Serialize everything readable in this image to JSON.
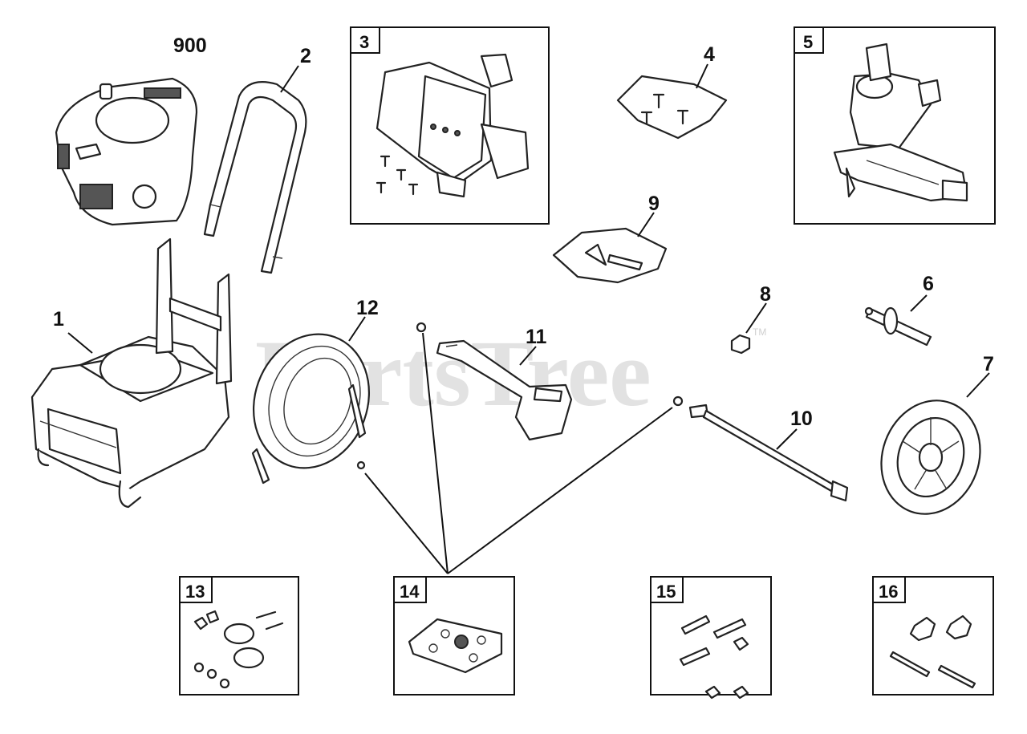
{
  "watermark": {
    "text": "PartsTree",
    "tm": "TM"
  },
  "callouts": {
    "p900": "900",
    "p1": "1",
    "p2": "2",
    "p4": "4",
    "p6": "6",
    "p7": "7",
    "p8": "8",
    "p9": "9",
    "p10": "10",
    "p11": "11",
    "p12": "12"
  },
  "boxes": {
    "b3": "3",
    "b5": "5",
    "b13": "13",
    "b14": "14",
    "b15": "15",
    "b16": "16"
  },
  "colors": {
    "line": "#111111",
    "watermark": "#e2e2e2"
  }
}
